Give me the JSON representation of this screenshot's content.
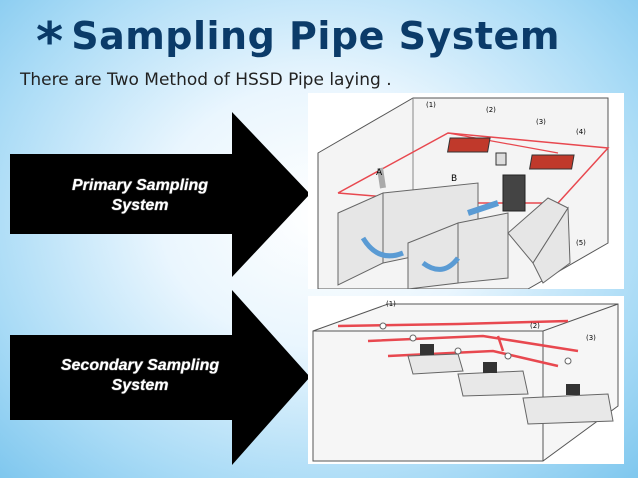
{
  "slide": {
    "asterisk": "*",
    "title": "Sampling Pipe System",
    "subtitle": "There are Two Method of HSSD Pipe laying ."
  },
  "arrows": [
    {
      "label_line1": "Primary Sampling",
      "label_line2": "System"
    },
    {
      "label_line1": "Secondary Sampling",
      "label_line2": "System"
    }
  ],
  "diagram_top": {
    "callouts": [
      "(1)",
      "(2)",
      "(3)",
      "(4)",
      "(5)"
    ],
    "letters": [
      "A",
      "B"
    ]
  },
  "diagram_bottom": {
    "callouts": [
      "(1)",
      "(2)",
      "(3)"
    ]
  },
  "colors": {
    "title": "#0b3b69",
    "pipe": "#e8484f",
    "arrow": "#000000"
  }
}
